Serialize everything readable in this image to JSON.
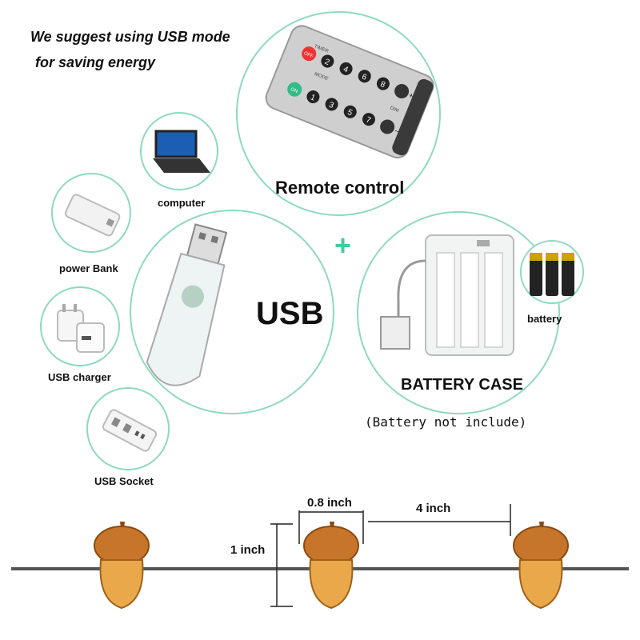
{
  "tagline": {
    "line1": "We suggest using USB mode",
    "line2": "for saving energy"
  },
  "remote": {
    "label": "Remote control",
    "buttons": [
      "2",
      "4",
      "6",
      "8",
      "1",
      "3",
      "5",
      "7"
    ],
    "key_labels": {
      "on": "ON",
      "off": "OFF",
      "mode": "MODE",
      "timer": "TIMER",
      "dim": "DIM",
      "plus": "+",
      "minus": "−"
    }
  },
  "devices": {
    "computer": "computer",
    "power_bank": "power Bank",
    "usb_charger": "USB charger",
    "usb_socket": "USB  Socket"
  },
  "usb": {
    "label": "USB"
  },
  "plus_sign": "+",
  "battery_case": {
    "label": "BATTERY CASE",
    "note": "(Battery not include)",
    "battery_label": "battery"
  },
  "dimensions": {
    "height": "1 inch",
    "width": "0.8 inch",
    "spacing": "4 inch"
  },
  "colors": {
    "circle_border": "#8fd9c0",
    "plus": "#3fcf9a",
    "acorn": "#d9892a",
    "wire": "#555555"
  }
}
